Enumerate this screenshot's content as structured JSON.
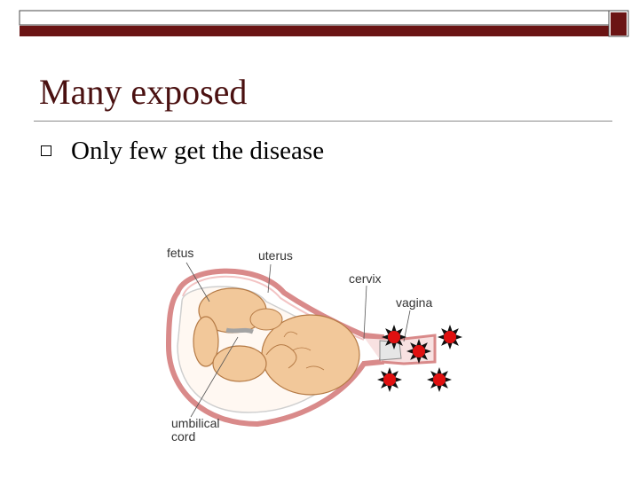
{
  "slide": {
    "title": "Many exposed",
    "bullets": [
      {
        "text": "Only few get the disease"
      }
    ]
  },
  "figure": {
    "labels": {
      "fetus": "fetus",
      "uterus": "uterus",
      "cervix": "cervix",
      "vagina": "vagina",
      "cord": "umbilical cord"
    },
    "pathogen_count": 5
  },
  "colors": {
    "band_dark": "#6b1414",
    "band_line": "#4a4a4a",
    "title": "#4a1010",
    "pathogen": "#e01010",
    "skin": "#f2c89a",
    "uterus_wall": "#e9a3a3"
  }
}
